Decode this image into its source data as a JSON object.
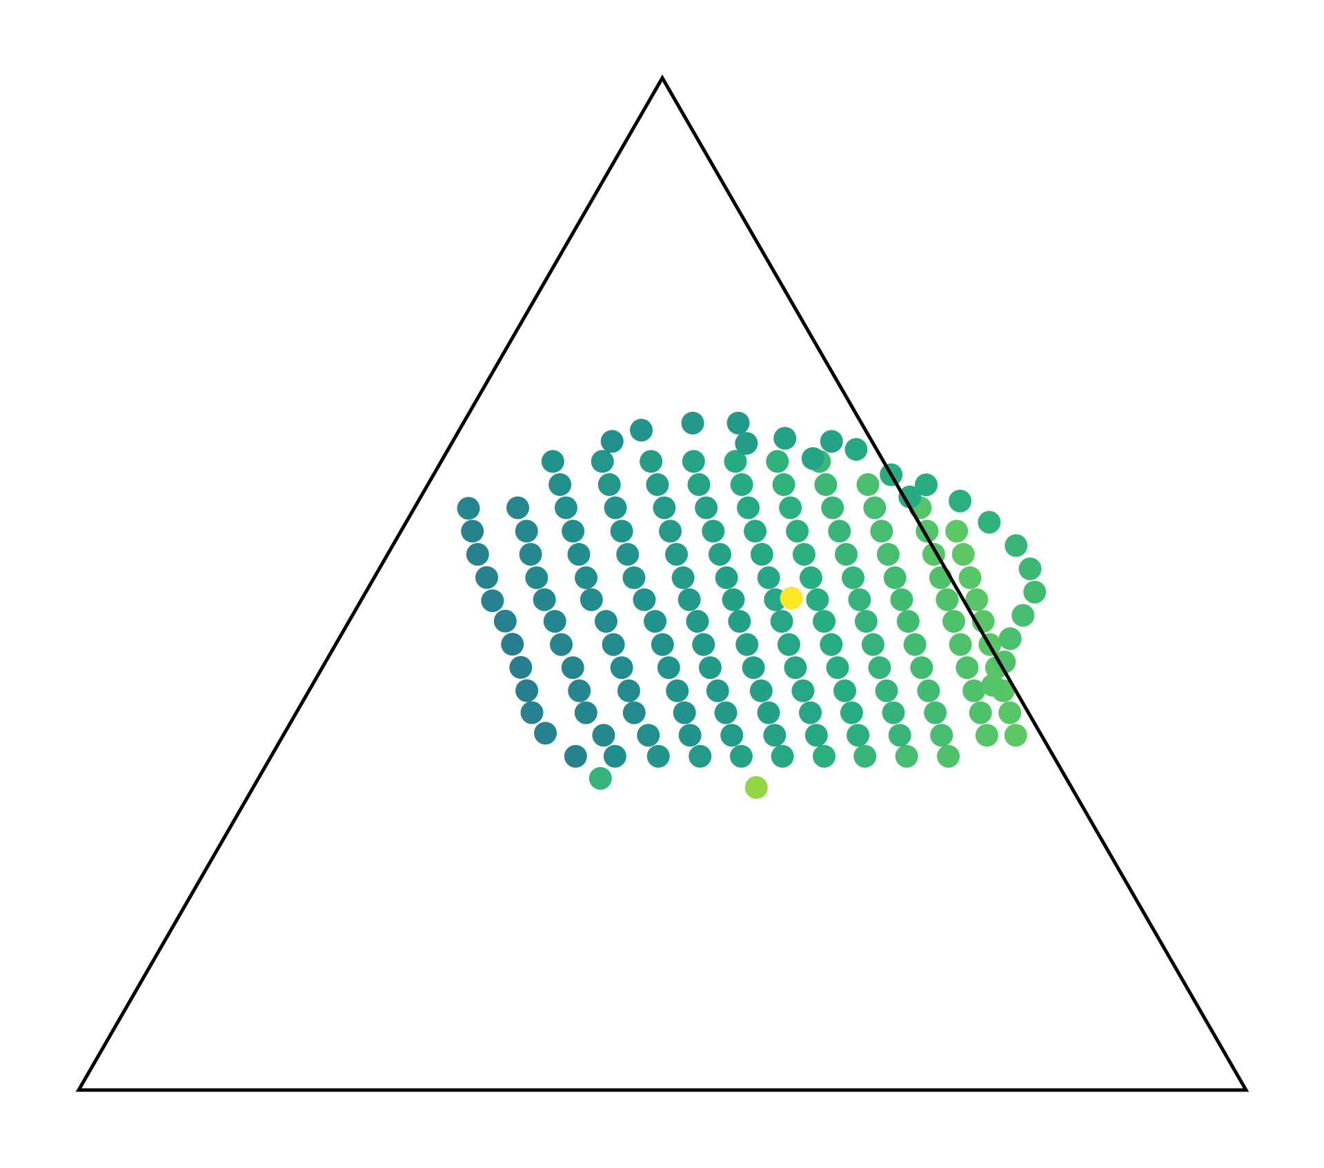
{
  "chart_data": {
    "type": "scatter",
    "subtype": "ternary",
    "title": "",
    "grid": false,
    "legend": "none",
    "colormap": "viridis",
    "marker_shape": "circle",
    "frame_color": "#000000",
    "color_scale": {
      "min": 0.0,
      "max": 1.0
    },
    "point_columns": [
      "x",
      "y",
      "v"
    ],
    "points": [
      [
        0.4257,
        0.3298,
        0.45
      ],
      [
        0.3998,
        0.3526,
        0.44
      ],
      [
        0.3883,
        0.3729,
        0.44
      ],
      [
        0.3839,
        0.3946,
        0.43
      ],
      [
        0.3787,
        0.4176,
        0.43
      ],
      [
        0.3716,
        0.4405,
        0.43
      ],
      [
        0.3654,
        0.4633,
        0.44
      ],
      [
        0.3545,
        0.4835,
        0.44
      ],
      [
        0.3496,
        0.5064,
        0.45
      ],
      [
        0.3418,
        0.5293,
        0.45
      ],
      [
        0.3373,
        0.5522,
        0.45
      ],
      [
        0.3339,
        0.5748,
        0.46
      ],
      [
        0.4594,
        0.3298,
        0.49
      ],
      [
        0.4497,
        0.3506,
        0.47
      ],
      [
        0.4346,
        0.3728,
        0.46
      ],
      [
        0.4289,
        0.3945,
        0.46
      ],
      [
        0.4233,
        0.4174,
        0.46
      ],
      [
        0.4134,
        0.4402,
        0.46
      ],
      [
        0.4079,
        0.4631,
        0.46
      ],
      [
        0.399,
        0.4845,
        0.46
      ],
      [
        0.3923,
        0.5062,
        0.47
      ],
      [
        0.3872,
        0.5293,
        0.47
      ],
      [
        0.3837,
        0.5522,
        0.47
      ],
      [
        0.3762,
        0.5753,
        0.47
      ],
      [
        0.4966,
        0.3298,
        0.52
      ],
      [
        0.488,
        0.3506,
        0.5
      ],
      [
        0.4759,
        0.3728,
        0.48
      ],
      [
        0.4713,
        0.3945,
        0.48
      ],
      [
        0.4652,
        0.4174,
        0.48
      ],
      [
        0.4581,
        0.4402,
        0.48
      ],
      [
        0.4518,
        0.4631,
        0.48
      ],
      [
        0.4393,
        0.4845,
        0.48
      ],
      [
        0.4347,
        0.5062,
        0.49
      ],
      [
        0.4285,
        0.5293,
        0.49
      ],
      [
        0.4235,
        0.5522,
        0.49
      ],
      [
        0.4175,
        0.5753,
        0.5
      ],
      [
        0.4123,
        0.5982,
        0.5
      ],
      [
        0.4062,
        0.6211,
        0.51
      ],
      [
        0.5323,
        0.3298,
        0.55
      ],
      [
        0.5237,
        0.3506,
        0.52
      ],
      [
        0.519,
        0.3728,
        0.51
      ],
      [
        0.5128,
        0.3945,
        0.51
      ],
      [
        0.5055,
        0.4174,
        0.51
      ],
      [
        0.5002,
        0.4402,
        0.51
      ],
      [
        0.4938,
        0.4631,
        0.51
      ],
      [
        0.4846,
        0.4845,
        0.51
      ],
      [
        0.4757,
        0.5062,
        0.52
      ],
      [
        0.4703,
        0.5293,
        0.52
      ],
      [
        0.4652,
        0.5522,
        0.52
      ],
      [
        0.4598,
        0.5753,
        0.52
      ],
      [
        0.4546,
        0.5982,
        0.53
      ],
      [
        0.4487,
        0.6211,
        0.53
      ],
      [
        0.5676,
        0.3298,
        0.58
      ],
      [
        0.5595,
        0.3506,
        0.55
      ],
      [
        0.5544,
        0.3728,
        0.54
      ],
      [
        0.5474,
        0.3945,
        0.54
      ],
      [
        0.541,
        0.4174,
        0.54
      ],
      [
        0.5353,
        0.4402,
        0.54
      ],
      [
        0.5301,
        0.4631,
        0.54
      ],
      [
        0.5231,
        0.4845,
        0.54
      ],
      [
        0.5178,
        0.5062,
        0.55
      ],
      [
        0.5121,
        0.5293,
        0.55
      ],
      [
        0.5068,
        0.5522,
        0.55
      ],
      [
        0.5017,
        0.5753,
        0.55
      ],
      [
        0.4958,
        0.5982,
        0.56
      ],
      [
        0.4903,
        0.6211,
        0.56
      ],
      [
        0.6029,
        0.3298,
        0.61
      ],
      [
        0.5962,
        0.3506,
        0.58
      ],
      [
        0.591,
        0.3728,
        0.57
      ],
      [
        0.5847,
        0.3945,
        0.57
      ],
      [
        0.5781,
        0.4174,
        0.57
      ],
      [
        0.5725,
        0.4402,
        0.57
      ],
      [
        0.5661,
        0.4631,
        0.57
      ],
      [
        0.5609,
        0.4845,
        0.57
      ],
      [
        0.555,
        0.5062,
        0.57
      ],
      [
        0.5493,
        0.5293,
        0.58
      ],
      [
        0.5436,
        0.5522,
        0.58
      ],
      [
        0.5376,
        0.5753,
        0.58
      ],
      [
        0.5313,
        0.5982,
        0.59
      ],
      [
        0.5268,
        0.6211,
        0.59
      ],
      [
        0.6386,
        0.3298,
        0.64
      ],
      [
        0.632,
        0.3506,
        0.61
      ],
      [
        0.6268,
        0.3728,
        0.6
      ],
      [
        0.6205,
        0.3945,
        0.6
      ],
      [
        0.614,
        0.4174,
        0.6
      ],
      [
        0.6084,
        0.4402,
        0.6
      ],
      [
        0.6023,
        0.4631,
        0.6
      ],
      [
        0.5968,
        0.4845,
        0.6
      ],
      [
        0.5911,
        0.5062,
        0.6
      ],
      [
        0.5853,
        0.5293,
        0.61
      ],
      [
        0.5795,
        0.5522,
        0.61
      ],
      [
        0.5736,
        0.5753,
        0.61
      ],
      [
        0.568,
        0.5982,
        0.62
      ],
      [
        0.5626,
        0.6211,
        0.62
      ],
      [
        0.6736,
        0.3298,
        0.67
      ],
      [
        0.6676,
        0.3506,
        0.64
      ],
      [
        0.6622,
        0.3728,
        0.63
      ],
      [
        0.6563,
        0.3945,
        0.63
      ],
      [
        0.6501,
        0.4174,
        0.63
      ],
      [
        0.6447,
        0.4402,
        0.63
      ],
      [
        0.6386,
        0.4631,
        0.63
      ],
      [
        0.6329,
        0.4845,
        0.63
      ],
      [
        0.6273,
        0.5062,
        0.63
      ],
      [
        0.6214,
        0.5293,
        0.64
      ],
      [
        0.6156,
        0.5522,
        0.64
      ],
      [
        0.6097,
        0.5753,
        0.64
      ],
      [
        0.604,
        0.5982,
        0.65
      ],
      [
        0.5986,
        0.6211,
        0.65
      ],
      [
        0.7093,
        0.3298,
        0.7
      ],
      [
        0.7034,
        0.3506,
        0.67
      ],
      [
        0.698,
        0.3728,
        0.66
      ],
      [
        0.6921,
        0.3945,
        0.66
      ],
      [
        0.6861,
        0.4174,
        0.66
      ],
      [
        0.6805,
        0.4402,
        0.66
      ],
      [
        0.6746,
        0.4631,
        0.66
      ],
      [
        0.669,
        0.4845,
        0.66
      ],
      [
        0.6634,
        0.5062,
        0.66
      ],
      [
        0.6575,
        0.5293,
        0.67
      ],
      [
        0.6517,
        0.5522,
        0.67
      ],
      [
        0.6458,
        0.5753,
        0.67
      ],
      [
        0.64,
        0.5982,
        0.68
      ],
      [
        0.6346,
        0.6211,
        0.68
      ],
      [
        0.745,
        0.3298,
        0.72
      ],
      [
        0.7392,
        0.3506,
        0.7
      ],
      [
        0.7338,
        0.3728,
        0.69
      ],
      [
        0.728,
        0.3945,
        0.69
      ],
      [
        0.7221,
        0.4174,
        0.69
      ],
      [
        0.7164,
        0.4402,
        0.69
      ],
      [
        0.7106,
        0.4631,
        0.69
      ],
      [
        0.705,
        0.4845,
        0.69
      ],
      [
        0.6993,
        0.5062,
        0.69
      ],
      [
        0.6935,
        0.5293,
        0.7
      ],
      [
        0.6878,
        0.5522,
        0.7
      ],
      [
        0.6819,
        0.5753,
        0.7
      ],
      [
        0.6761,
        0.5982,
        0.71
      ],
      [
        0.778,
        0.3505,
        0.73
      ],
      [
        0.7726,
        0.3728,
        0.72
      ],
      [
        0.7669,
        0.3945,
        0.72
      ],
      [
        0.7611,
        0.4174,
        0.72
      ],
      [
        0.7554,
        0.4402,
        0.72
      ],
      [
        0.7497,
        0.4631,
        0.72
      ],
      [
        0.744,
        0.4845,
        0.72
      ],
      [
        0.7384,
        0.5062,
        0.72
      ],
      [
        0.7325,
        0.5293,
        0.73
      ],
      [
        0.7268,
        0.5522,
        0.73
      ],
      [
        0.721,
        0.5753,
        0.73
      ],
      [
        0.8027,
        0.3505,
        0.75
      ],
      [
        0.7977,
        0.3728,
        0.74
      ],
      [
        0.792,
        0.3945,
        0.74
      ],
      [
        0.7862,
        0.4174,
        0.74
      ],
      [
        0.7806,
        0.4402,
        0.74
      ],
      [
        0.7749,
        0.4631,
        0.74
      ],
      [
        0.7693,
        0.4845,
        0.74
      ],
      [
        0.7636,
        0.5062,
        0.74
      ],
      [
        0.7578,
        0.5293,
        0.75
      ],
      [
        0.7521,
        0.5522,
        0.75
      ],
      [
        0.6105,
        0.486,
        1.0
      ],
      [
        0.5805,
        0.299,
        0.84
      ],
      [
        0.447,
        0.308,
        0.66
      ],
      [
        0.645,
        0.641,
        0.58
      ],
      [
        0.696,
        0.608,
        0.62
      ],
      [
        0.712,
        0.586,
        0.62
      ],
      [
        0.565,
        0.659,
        0.54
      ],
      [
        0.526,
        0.659,
        0.53
      ],
      [
        0.482,
        0.652,
        0.52
      ],
      [
        0.457,
        0.641,
        0.5
      ],
      [
        0.572,
        0.639,
        0.56
      ],
      [
        0.605,
        0.644,
        0.58
      ],
      [
        0.629,
        0.624,
        0.59
      ],
      [
        0.666,
        0.633,
        0.61
      ],
      [
        0.726,
        0.598,
        0.63
      ],
      [
        0.755,
        0.582,
        0.64
      ],
      [
        0.78,
        0.561,
        0.65
      ],
      [
        0.803,
        0.538,
        0.67
      ],
      [
        0.815,
        0.515,
        0.68
      ],
      [
        0.819,
        0.492,
        0.69
      ],
      [
        0.809,
        0.469,
        0.7
      ],
      [
        0.798,
        0.446,
        0.71
      ],
      [
        0.793,
        0.423,
        0.72
      ],
      [
        0.783,
        0.4,
        0.73
      ]
    ]
  }
}
